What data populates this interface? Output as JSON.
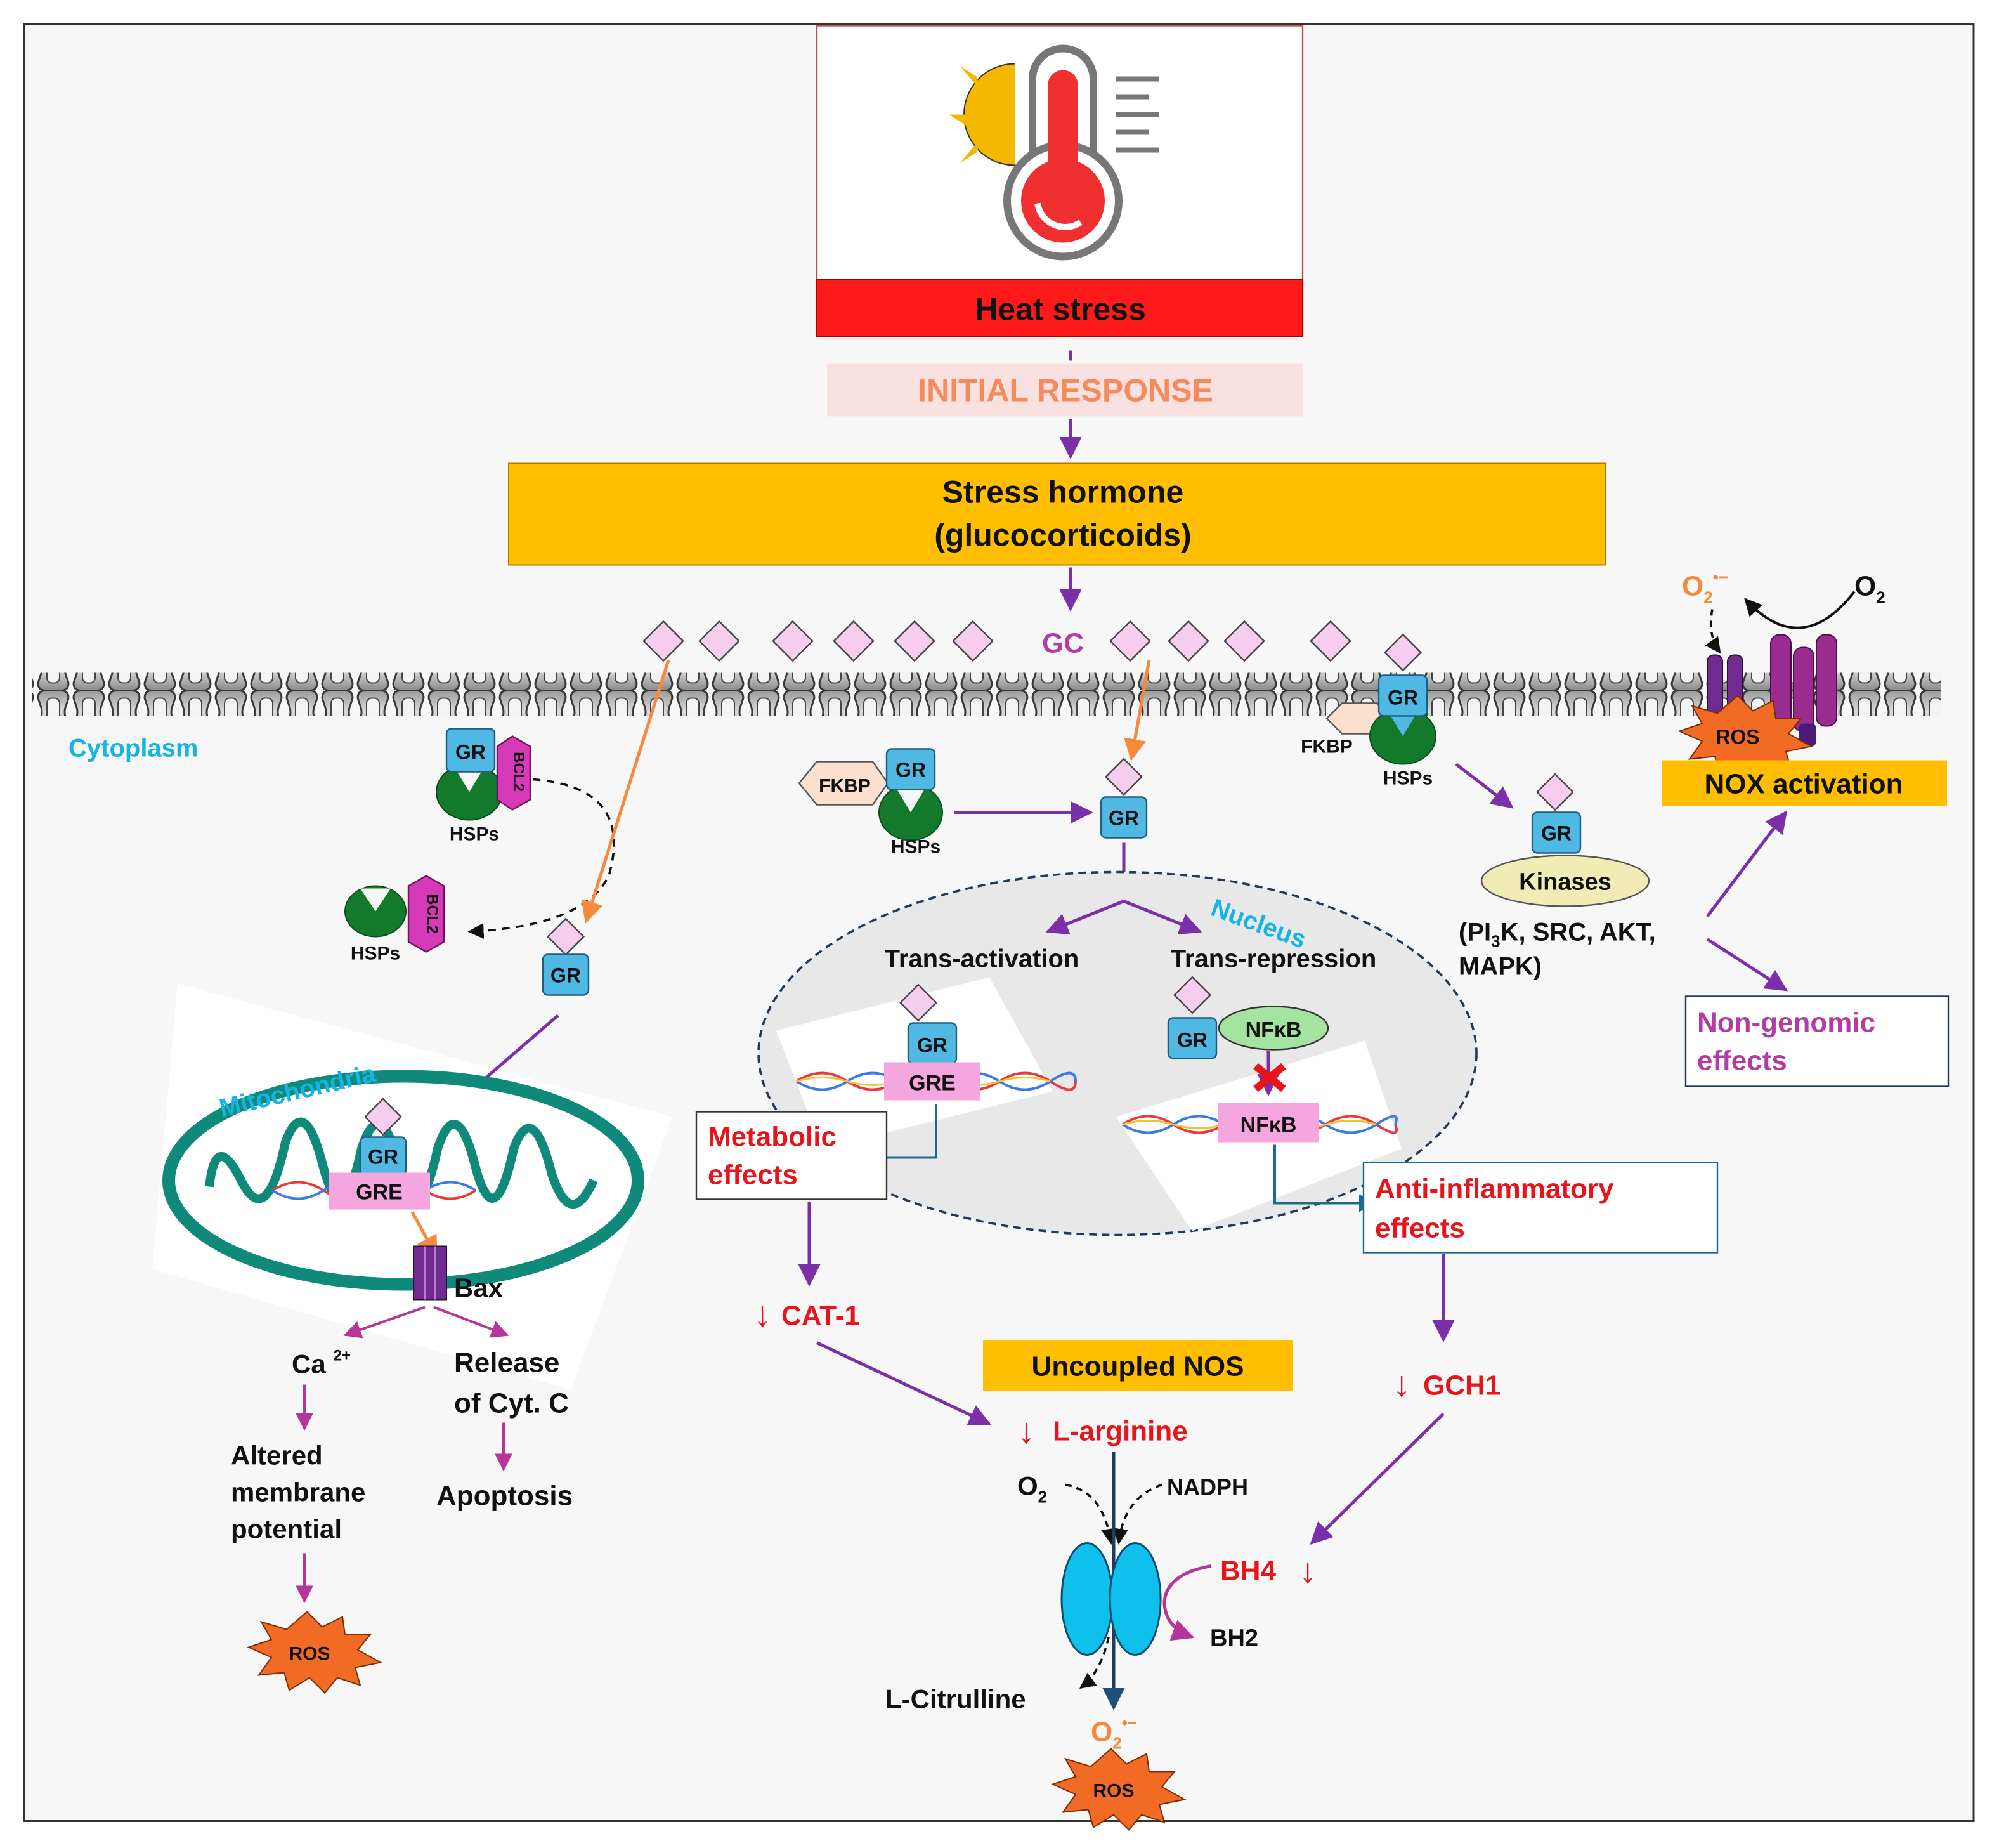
{
  "heat_stress": "Heat stress",
  "initial_response": "INITIAL RESPONSE",
  "stress_hormone": {
    "line1": "Stress hormone",
    "line2": "(glucocorticoids)"
  },
  "gc": "GC",
  "cytoplasm": "Cytoplasm",
  "nucleus": "Nucleus",
  "mitochondria": "Mitochondria",
  "gr": "GR",
  "hsps": "HSPs",
  "bcl2": "BCL2",
  "fkbp": "FKBP",
  "gre": "GRE",
  "nfkb": "NFκB",
  "trans_activation": "Trans-activation",
  "trans_repression": "Trans-repression",
  "kinases": "Kinases",
  "kinase_list": {
    "line1": "(PI3K, SRC, AKT,",
    "line1_pre": "(PI",
    "line1_sub": "3",
    "line1_post": "K, SRC, AKT,",
    "line2": "MAPK)"
  },
  "non_genomic": {
    "line1": "Non-genomic",
    "line2": "effects"
  },
  "nox_activation": "NOX activation",
  "ros": "ROS",
  "o2": "O",
  "o2_sub": "2",
  "superoxide": "O",
  "superoxide_sup": "•−",
  "metabolic": {
    "line1": "Metabolic",
    "line2": "effects"
  },
  "anti_inflammatory": {
    "line1": "Anti-inflammatory",
    "line2": "effects"
  },
  "cat1": "CAT-1",
  "uncoupled_nos": "Uncoupled NOS",
  "l_arginine": "L-arginine",
  "gch1": "GCH1",
  "bh4": "BH4",
  "bh2": "BH2",
  "nadph": "NADPH",
  "l_citrulline": "L-Citrulline",
  "bax": "Bax",
  "ca": "Ca",
  "ca_sup": "2+",
  "release": {
    "line1": "Release",
    "line2": "of Cyt.  C"
  },
  "apoptosis": "Apoptosis",
  "altered": {
    "line1": "Altered",
    "line2": "membrane",
    "line3": "potential"
  },
  "down_arrow": "↓",
  "colors": {
    "purple_arrow": "#7b2fa8",
    "magenta_arrow": "#b5359a",
    "orange_arrow": "#f58a3c",
    "red_text": "#e8141b",
    "cyan_text": "#14b4e6",
    "gr_blue": "#4fb8e3",
    "hsp_green": "#127a2a",
    "bcl2_magenta": "#d63ab8",
    "gre_pink": "#f5a6df",
    "gc_diamond": "#f6cdee",
    "ros_orange": "#f26b25",
    "gold": "#ffbf00",
    "mito_teal": "#0f8a7a",
    "nox_purple": "#9a2b8f"
  }
}
